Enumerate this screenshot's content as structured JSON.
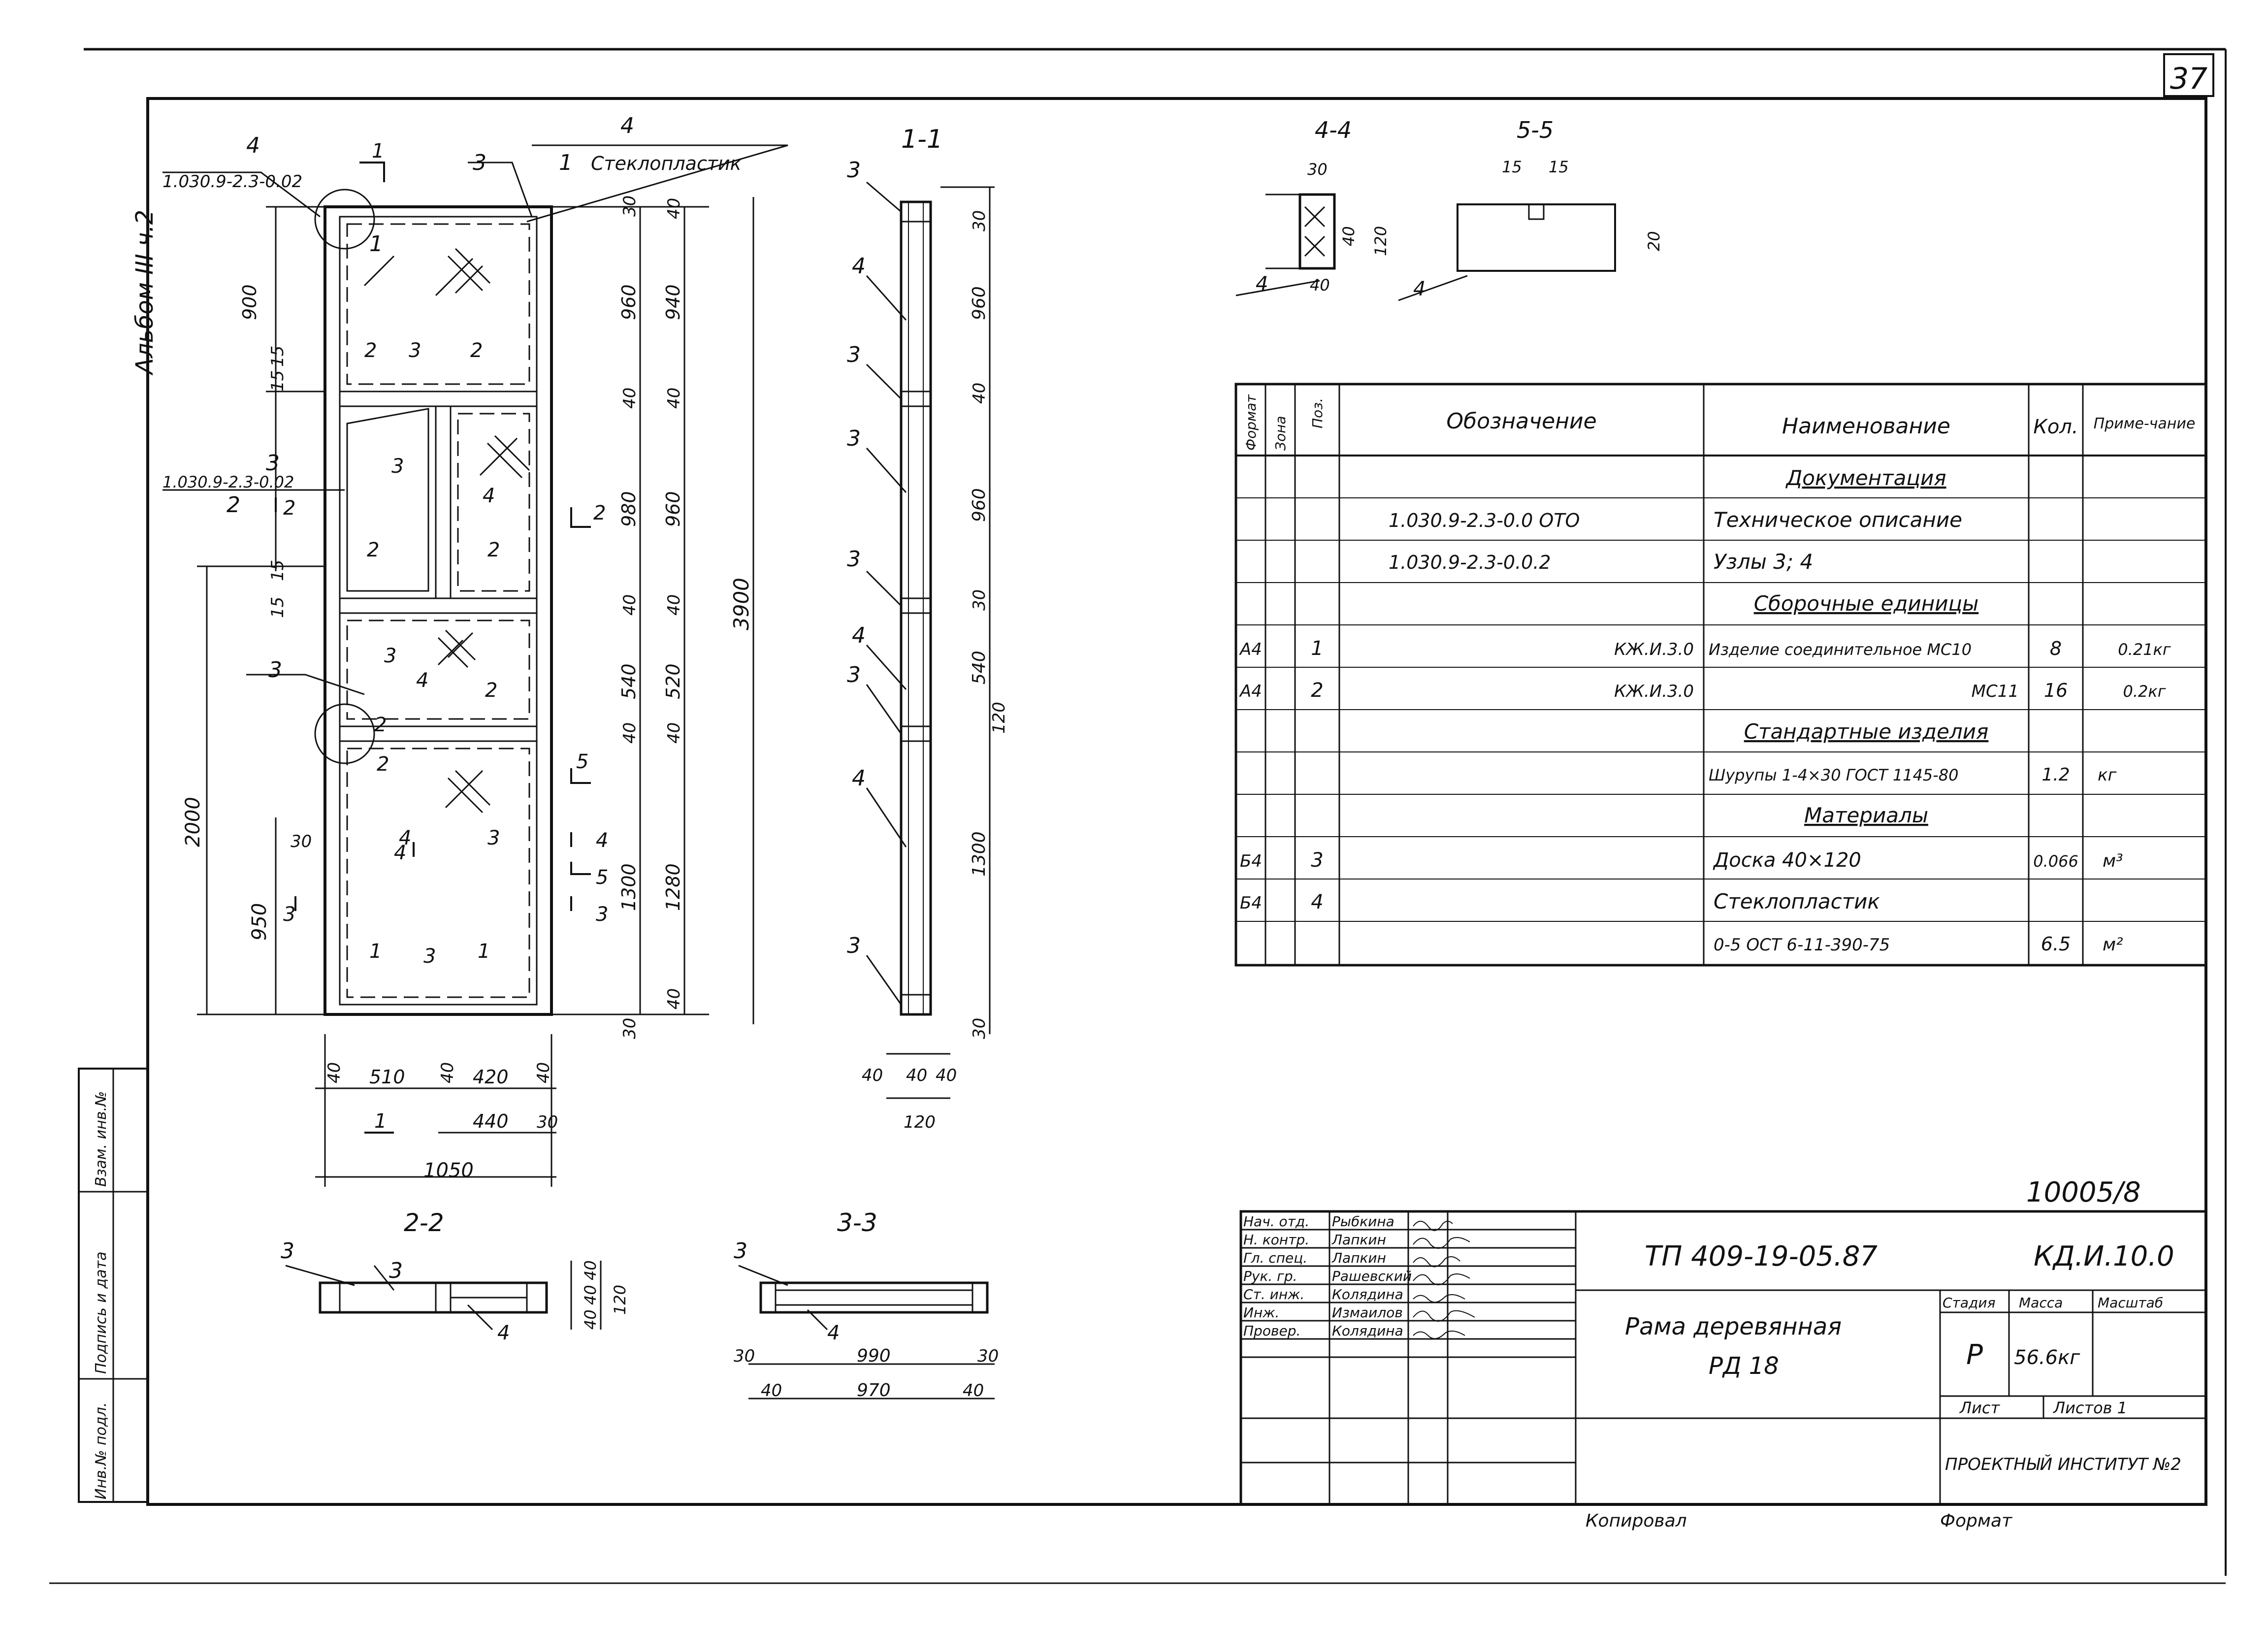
{
  "sheet_number": "37",
  "album_label": "Альбом III ч.2",
  "main_view": {
    "pos_labels": {
      "p4_top": "4",
      "p3_top": "3",
      "p1_top": "1",
      "p4_mid": "4"
    },
    "ref_node4": "1.030.9-2.3-0.02",
    "ref_node3": "1.030.9-2.3-0.02",
    "material_note": "Стеклопластик",
    "dims_left": [
      "900",
      "15",
      "15",
      "15",
      "15",
      "2000",
      "950",
      "30"
    ],
    "dims_right": [
      "30",
      "40",
      "960",
      "940",
      "40",
      "40",
      "980",
      "960",
      "40",
      "40",
      "540",
      "520",
      "40",
      "40",
      "1300",
      "1280",
      "40",
      "30"
    ],
    "dim_total": "3900",
    "dims_bottom": [
      "40",
      "510",
      "40",
      "420",
      "40",
      "440",
      "30",
      "1050"
    ],
    "section_marks": [
      "1",
      "1",
      "2",
      "2",
      "3",
      "3",
      "4",
      "4",
      "5",
      "5"
    ]
  },
  "section_1_1": {
    "title": "1-1",
    "dims": [
      "30",
      "960",
      "40",
      "960",
      "30",
      "540",
      "120",
      "1300",
      "30"
    ],
    "bottom_dims": [
      "40",
      "40",
      "40",
      "120"
    ]
  },
  "section_2_2": {
    "title": "2-2",
    "dims": [
      "40",
      "40",
      "40",
      "120"
    ]
  },
  "section_3_3": {
    "title": "3-3",
    "dims": [
      "30",
      "990",
      "30",
      "40",
      "970",
      "40"
    ]
  },
  "section_4_4": {
    "title": "4-4",
    "dims": [
      "30",
      "40",
      "120",
      "40"
    ]
  },
  "section_5_5": {
    "title": "5-5",
    "dims": [
      "15",
      "15",
      "20"
    ]
  },
  "spec_table": {
    "headers": [
      "Формат",
      "Зона",
      "Поз.",
      "Обозначение",
      "Наименование",
      "Кол.",
      "Приме-чание"
    ],
    "rows": [
      {
        "fmt": "",
        "zone": "",
        "pos": "",
        "code": "",
        "name": "Документация",
        "qty": "",
        "note": "",
        "section": true
      },
      {
        "fmt": "",
        "zone": "",
        "pos": "",
        "code": "1.030.9-2.3-0.0 ОТО",
        "name": "Техническое описание",
        "qty": "",
        "note": ""
      },
      {
        "fmt": "",
        "zone": "",
        "pos": "",
        "code": "1.030.9-2.3-0.0.2",
        "name": "Узлы 3; 4",
        "qty": "",
        "note": ""
      },
      {
        "fmt": "",
        "zone": "",
        "pos": "",
        "code": "",
        "name": "Сборочные единицы",
        "qty": "",
        "note": "",
        "section": true
      },
      {
        "fmt": "А4",
        "zone": "",
        "pos": "1",
        "code": "КЖ.И.3.0",
        "name": "Изделие соединительное МС10",
        "qty": "8",
        "note": "0.21кг"
      },
      {
        "fmt": "А4",
        "zone": "",
        "pos": "2",
        "code": "КЖ.И.3.0",
        "name": "МС11",
        "qty": "16",
        "note": "0.2кг"
      },
      {
        "fmt": "",
        "zone": "",
        "pos": "",
        "code": "",
        "name": "Стандартные изделия",
        "qty": "",
        "note": "",
        "section": true
      },
      {
        "fmt": "",
        "zone": "",
        "pos": "",
        "code": "",
        "name": "Шурупы 1-4×30 ГОСТ 1145-80",
        "qty": "1.2",
        "note": "кг"
      },
      {
        "fmt": "",
        "zone": "",
        "pos": "",
        "code": "",
        "name": "Материалы",
        "qty": "",
        "note": "",
        "section": true
      },
      {
        "fmt": "Б4",
        "zone": "",
        "pos": "3",
        "code": "",
        "name": "Доска 40×120",
        "qty": "0.066",
        "note": "м³"
      },
      {
        "fmt": "Б4",
        "zone": "",
        "pos": "4",
        "code": "",
        "name": "Стеклопластик",
        "qty": "",
        "note": ""
      },
      {
        "fmt": "",
        "zone": "",
        "pos": "",
        "code": "",
        "name": "0-5 ОСТ 6-11-390-75",
        "qty": "6.5",
        "note": "м²"
      }
    ]
  },
  "drawing_number": "10005/8",
  "title_block": {
    "roles": [
      "Нач. отд.",
      "Н. контр.",
      "Гл. спец.",
      "Рук. гр.",
      "Ст. инж.",
      "Инж.",
      "Провер."
    ],
    "names": [
      "Рыбкина",
      "Лапкин",
      "Лапкин",
      "Рашевский",
      "Колядина",
      "Измаилов",
      "Колядина"
    ],
    "doc_code": "ТП 409-19-05.87",
    "sheet_code": "КД.И.10.0",
    "title_line1": "Рама деревянная",
    "title_line2": "РД 18",
    "stage_label": "Стадия",
    "mass_label": "Масса",
    "scale_label": "Масштаб",
    "stage": "Р",
    "mass": "56.6кг",
    "sheet_label": "Лист",
    "sheets_label": "Листов 1",
    "organization": "ПРОЕКТНЫЙ ИНСТИТУТ №2"
  },
  "side_stamp": [
    "Взам. инв.№",
    "Подпись и дата",
    "Инв.№ подл."
  ],
  "footer": {
    "copied": "Копировал",
    "format": "Формат"
  }
}
